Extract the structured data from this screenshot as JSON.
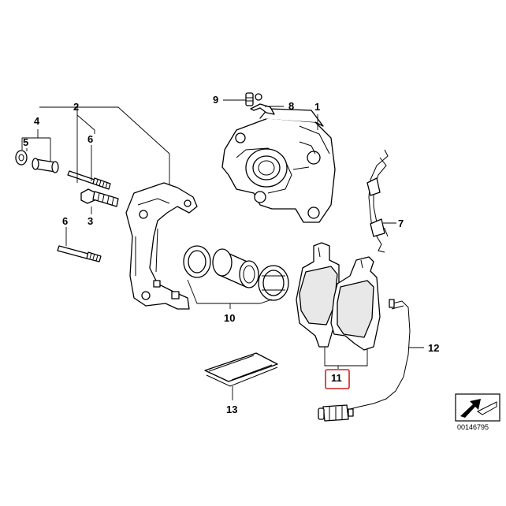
{
  "labels": {
    "l1": "1",
    "l2": "2",
    "l3": "3",
    "l4": "4",
    "l5": "5",
    "l6a": "6",
    "l6b": "6",
    "l7": "7",
    "l8": "8",
    "l9": "9",
    "l10": "10",
    "l11": "11",
    "l12": "12",
    "l13": "13"
  },
  "ref_number": "00146795",
  "colors": {
    "highlight_box": "#cc2222",
    "line": "#000000"
  },
  "icons": {
    "nav": "arrow-icon"
  }
}
